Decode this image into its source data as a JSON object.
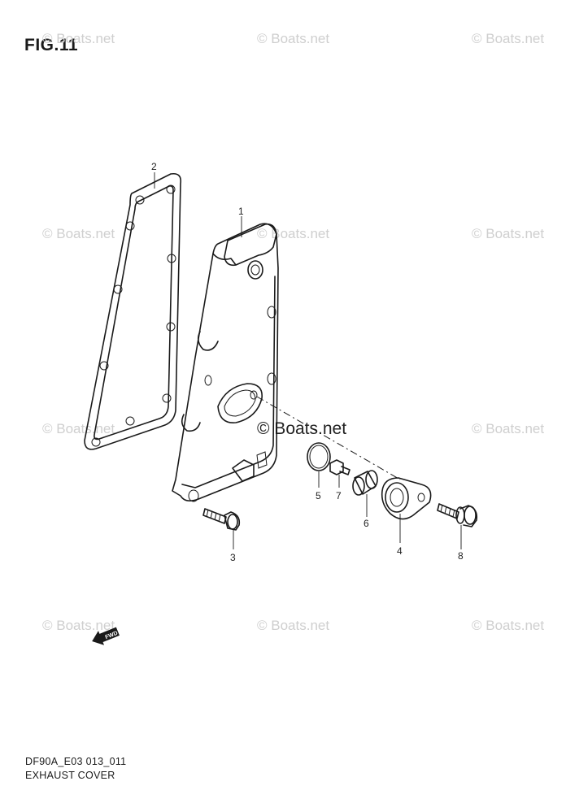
{
  "figure": {
    "title": "FIG.11",
    "code": "DF90A_E03 013_011",
    "name": "EXHAUST COVER"
  },
  "watermarks": {
    "small": "© Boats.net",
    "center": "© Boats.net"
  },
  "fwd_arrow": {
    "label": "FWD"
  },
  "callouts": [
    "1",
    "2",
    "3",
    "4",
    "5",
    "6",
    "7",
    "8"
  ]
}
